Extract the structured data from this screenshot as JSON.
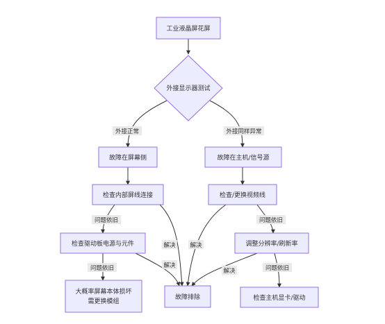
{
  "colors": {
    "node_fill": "#ECECFF",
    "node_stroke": "#9370DB",
    "edge": "#333333",
    "label_bg": "#e8e8e8",
    "text": "#333333"
  },
  "nodes": {
    "start": "工业液晶屏花屏",
    "decision": "外接显示器测试",
    "screen_side": "故障在屏幕侧",
    "host_side": "故障在主机/信号源",
    "check_internal": "检查内部屏线连接",
    "check_cable": "检查/更换视频线",
    "check_driver": "检查驱动板电源与元件",
    "adjust_resolution": "调整分辨率/刷新率",
    "replace_module_1": "大概率屏幕本体损坏",
    "replace_module_2": "需更换模组",
    "resolved": "故障排除",
    "check_gpu": "检查主机显卡/驱动"
  },
  "edges": {
    "external_ok": "外接正常",
    "external_same": "外接同样异常",
    "persist_1": "问题依旧",
    "persist_2": "问题依旧",
    "persist_3": "问题依旧",
    "persist_4": "问题依旧",
    "solved_1": "解决",
    "solved_2": "解决",
    "solved_3": "解决",
    "solved_4": "解决"
  }
}
